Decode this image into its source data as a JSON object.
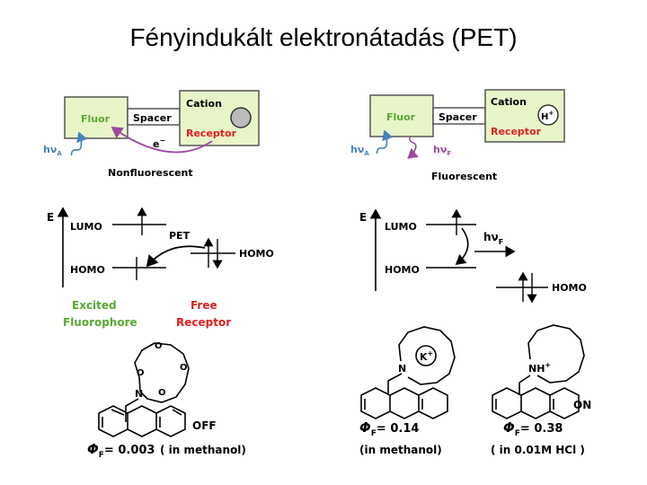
{
  "title": "Fényindukált elektronátadás (PET)",
  "colors": {
    "box_fill": "#e8f5c8",
    "green": "#5aa832",
    "red": "#e02020",
    "purple": "#9a4aa0",
    "blue": "#4a7fc0"
  },
  "left_panel": {
    "fluor": "Fluor",
    "spacer": "Spacer",
    "cation": "Cation",
    "receptor": "Receptor",
    "hv_a": "hν",
    "hv_a_sub": "A",
    "electron": "e",
    "electron_sup": "−",
    "state": "Nonfluorescent",
    "energy_label": "E",
    "lumo": "LUMO",
    "homo": "HOMO",
    "homo_receptor": "HOMO",
    "pet": "PET",
    "excited": [
      "Excited",
      "Fluorophore"
    ],
    "free": [
      "Free",
      "Receptor"
    ],
    "status": "OFF",
    "phi_symbol": "Φ",
    "phi_sub": "F",
    "phi_value": "= 0.003",
    "solvent": "( in methanol)"
  },
  "right_panel": {
    "fluor": "Fluor",
    "spacer": "Spacer",
    "cation": "Cation",
    "receptor": "Receptor",
    "ion": "H",
    "ion_sup": "+",
    "hv_a": "hν",
    "hv_a_sub": "A",
    "hv_f": "hν",
    "hv_f_sub": "F",
    "state": "Fluorescent",
    "energy_label": "E",
    "lumo": "LUMO",
    "homo": "HOMO",
    "homo_receptor": "HOMO",
    "hv_f_arrow": "hν",
    "hv_f_arrow_sub": "F",
    "k_ion": "K",
    "k_sup": "+",
    "n_atom": "N",
    "nh_atom": "NH",
    "nh_sup": "+",
    "status": "ON",
    "phi_symbol_1": "Φ",
    "phi_sub_1": "F",
    "phi_value_1": "= 0.14",
    "solvent_1": "(in methanol)",
    "phi_symbol_2": "Φ",
    "phi_sub_2": "F",
    "phi_value_2": "= 0.38",
    "solvent_2": "( in 0.01M  HCl )"
  },
  "left_molecule": {
    "n_atom": "N",
    "o_atom": "O"
  }
}
